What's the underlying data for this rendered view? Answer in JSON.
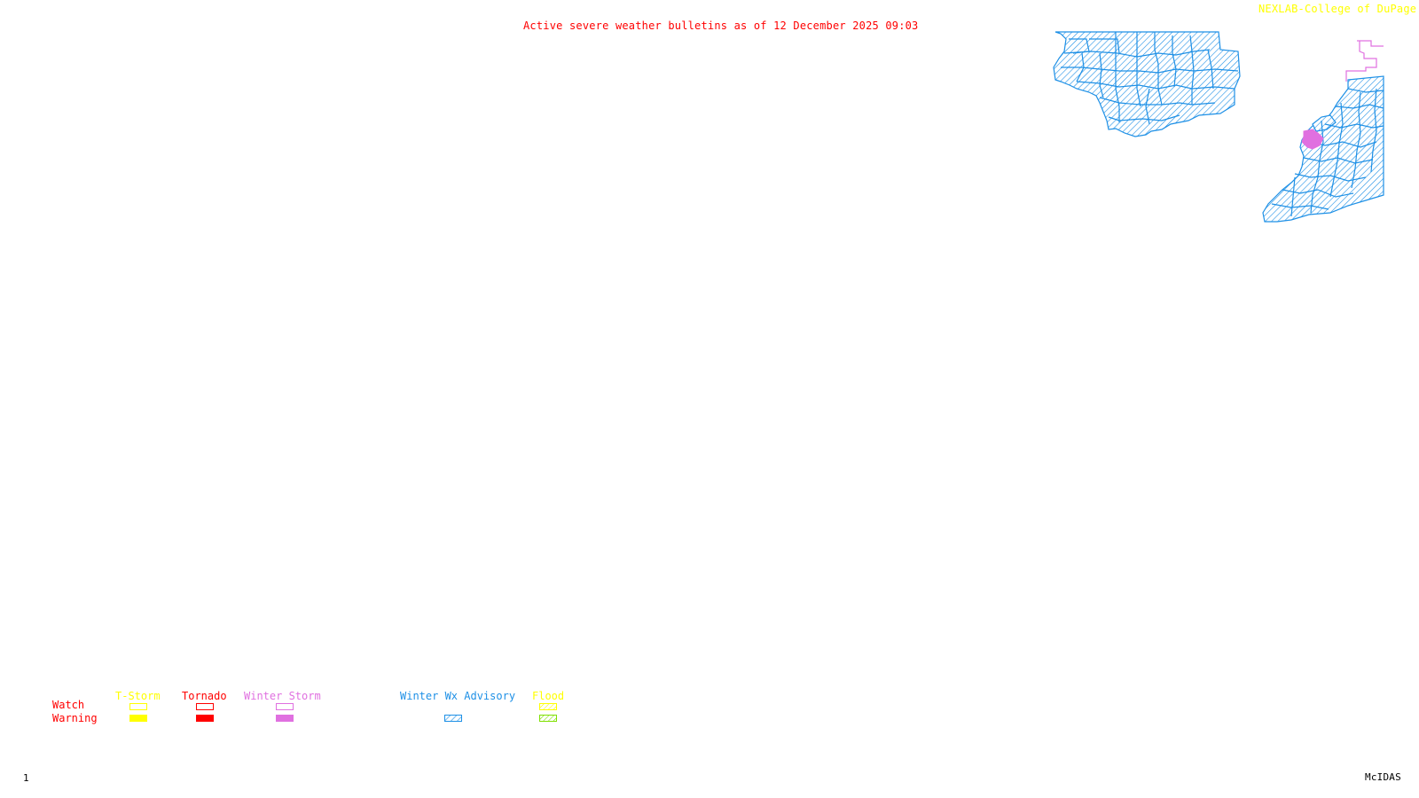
{
  "header": {
    "title": "Active severe weather bulletins as of 12 December 2025 09:03",
    "credit": "NEXLAB-College of DuPage",
    "credit_icon": "arrow-corner-icon"
  },
  "footer": {
    "frame_number": "1",
    "software": "McIDAS"
  },
  "colors": {
    "title": "#ff0000",
    "credit": "#ffff00",
    "tstorm": "#ffff00",
    "tornado": "#ff0000",
    "winter_storm": "#e070e0",
    "winter_wx_advisory": "#1e90e6",
    "flood_watch": "#ffff00",
    "flood_warning": "#80e000",
    "background": "#ffffff"
  },
  "legend": {
    "row_labels": {
      "watch": "Watch",
      "warning": "Warning"
    },
    "categories": [
      {
        "key": "tstorm",
        "label": "T-Storm",
        "watch": "outline",
        "warning": "filled"
      },
      {
        "key": "tornado",
        "label": "Tornado",
        "watch": "outline",
        "warning": "filled"
      },
      {
        "key": "winter_storm",
        "label": "Winter Storm",
        "watch": "outline",
        "warning": "filled"
      },
      {
        "key": "winter_wx_advisory",
        "label": "Winter Wx Advisory",
        "watch": null,
        "warning": "hatched"
      },
      {
        "key": "flood",
        "label": "Flood",
        "watch": "hatched",
        "warning": "hatched"
      }
    ]
  },
  "map_features": [
    {
      "name": "winter-wx-advisory-region-northwest",
      "type": "Winter Wx Advisory",
      "style": "hatched"
    },
    {
      "name": "winter-wx-advisory-region-east",
      "type": "Winter Wx Advisory",
      "style": "hatched"
    },
    {
      "name": "winter-storm-warning-county",
      "type": "Winter Storm Warning",
      "style": "filled"
    },
    {
      "name": "winter-storm-watch-outline",
      "type": "Winter Storm Watch",
      "style": "outline"
    }
  ]
}
